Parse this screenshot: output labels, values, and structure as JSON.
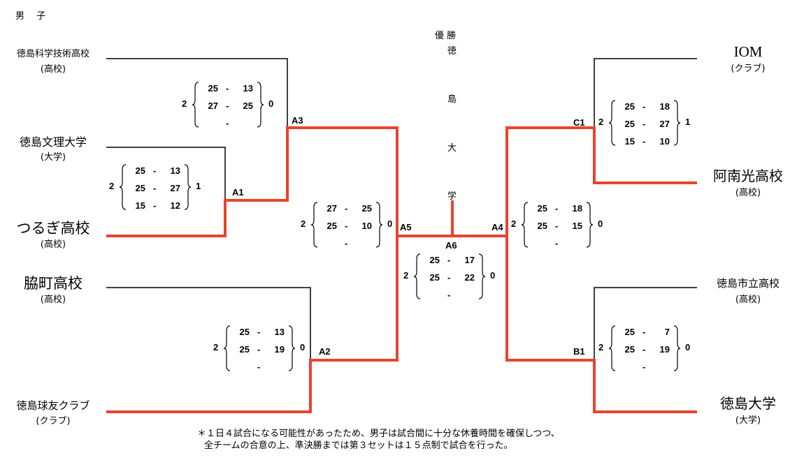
{
  "header": {
    "division": "男　 子"
  },
  "champion": {
    "label": "優 勝",
    "name": [
      "徳",
      "島",
      "大",
      "学"
    ]
  },
  "teams": {
    "t1": {
      "name": "徳島科学技術高校",
      "category": "(高校)"
    },
    "t2": {
      "name": "徳島文理大学",
      "category": "(大学)"
    },
    "t3": {
      "name": "つるぎ高校",
      "category": "(高校)"
    },
    "t4": {
      "name": "脇町高校",
      "category": "(高校)"
    },
    "t5": {
      "name": "徳島球友クラブ",
      "category": "(クラブ)"
    },
    "t6": {
      "name": "IOM",
      "category": "(クラブ)"
    },
    "t7": {
      "name": "阿南光高校",
      "category": "(高校)"
    },
    "t8": {
      "name": "徳島市立高校",
      "category": "(高校)"
    },
    "t9": {
      "name": "徳島大学",
      "category": "(大学)"
    }
  },
  "matches": {
    "A1": {
      "label": "A1",
      "left_sets": "2",
      "right_sets": "1",
      "sets": [
        [
          "25",
          "13"
        ],
        [
          "25",
          "27"
        ],
        [
          "15",
          "12"
        ]
      ]
    },
    "A2": {
      "label": "A2",
      "left_sets": "2",
      "right_sets": "0",
      "sets": [
        [
          "25",
          "13"
        ],
        [
          "25",
          "19"
        ],
        [
          "",
          ""
        ]
      ]
    },
    "A3": {
      "label": "A3",
      "left_sets": "2",
      "right_sets": "0",
      "sets": [
        [
          "25",
          "13"
        ],
        [
          "27",
          "25"
        ],
        [
          "",
          ""
        ]
      ]
    },
    "A4": {
      "label": "A4",
      "left_sets": "2",
      "right_sets": "0",
      "sets": [
        [
          "25",
          "18"
        ],
        [
          "25",
          "15"
        ],
        [
          "",
          ""
        ]
      ]
    },
    "A5": {
      "label": "A5",
      "left_sets": "2",
      "right_sets": "0",
      "sets": [
        [
          "27",
          "25"
        ],
        [
          "25",
          "10"
        ],
        [
          "",
          ""
        ]
      ]
    },
    "A6": {
      "label": "A6",
      "left_sets": "2",
      "right_sets": "0",
      "sets": [
        [
          "25",
          "17"
        ],
        [
          "25",
          "22"
        ],
        [
          "",
          ""
        ]
      ]
    },
    "B1": {
      "label": "B1",
      "left_sets": "2",
      "right_sets": "0",
      "sets": [
        [
          "25",
          "7"
        ],
        [
          "25",
          "19"
        ],
        [
          "",
          ""
        ]
      ]
    },
    "C1": {
      "label": "C1",
      "left_sets": "2",
      "right_sets": "1",
      "sets": [
        [
          "25",
          "18"
        ],
        [
          "25",
          "27"
        ],
        [
          "15",
          "10"
        ]
      ]
    }
  },
  "footnote": {
    "line1": "＊１日４試合になる可能性があったため、男子は試合間に十分な休養時間を確保しつつ、",
    "line2": "全チームの合意の上、準決勝までは第３セットは１５点制で試合を行った。"
  },
  "colors": {
    "winner_path": "#e8442e",
    "line": "#000000"
  }
}
